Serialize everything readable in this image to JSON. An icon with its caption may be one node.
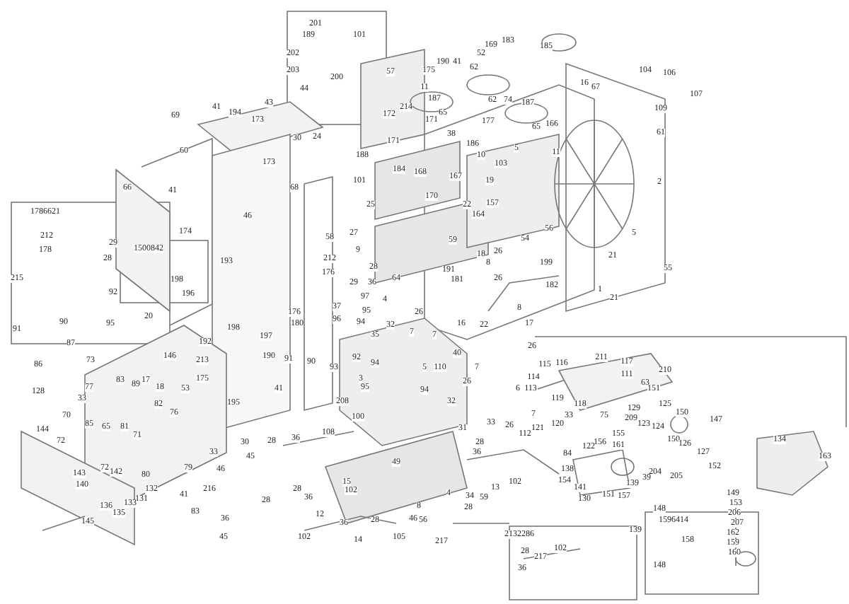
{
  "diagram": {
    "labels": [
      "201",
      "189",
      "101",
      "183",
      "169",
      "185",
      "202",
      "52",
      "190",
      "41",
      "62",
      "175",
      "203",
      "104",
      "106",
      "57",
      "200",
      "16",
      "11",
      "67",
      "44",
      "107",
      "187",
      "62",
      "74",
      "187",
      "43",
      "214",
      "41",
      "109",
      "194",
      "65",
      "172",
      "69",
      "173",
      "171",
      "177",
      "166",
      "65",
      "61",
      "38",
      "24",
      "30",
      "171",
      "186",
      "5",
      "60",
      "11",
      "10",
      "188",
      "173",
      "103",
      "184",
      "168",
      "167",
      "101",
      "19",
      "2",
      "66",
      "68",
      "41",
      "170",
      "22",
      "25",
      "157",
      "1786621",
      "46",
      "164",
      "56",
      "174",
      "27",
      "5",
      "212",
      "58",
      "54",
      "59",
      "29",
      "1500842",
      "9",
      "26",
      "178",
      "18",
      "21",
      "28",
      "193",
      "199",
      "8",
      "212",
      "28",
      "55",
      "176",
      "191",
      "181",
      "26",
      "215",
      "64",
      "198",
      "36",
      "29",
      "182",
      "1",
      "92",
      "196",
      "97",
      "21",
      "4",
      "37",
      "8",
      "176",
      "95",
      "26",
      "20",
      "90",
      "180",
      "96",
      "94",
      "95",
      "16",
      "22",
      "17",
      "32",
      "198",
      "91",
      "7",
      "7",
      "35",
      "197",
      "192",
      "87",
      "26",
      "40",
      "146",
      "190",
      "211",
      "91",
      "92",
      "213",
      "73",
      "90",
      "117",
      "115",
      "116",
      "86",
      "93",
      "110",
      "7",
      "5",
      "94",
      "210",
      "111",
      "114",
      "175",
      "3",
      "83",
      "17",
      "26",
      "89",
      "63",
      "95",
      "77",
      "18",
      "53",
      "6",
      "113",
      "151",
      "41",
      "128",
      "94",
      "119",
      "33",
      "208",
      "32",
      "195",
      "118",
      "125",
      "82",
      "129",
      "150",
      "76",
      "7",
      "70",
      "75",
      "33",
      "100",
      "209",
      "147",
      "33",
      "85",
      "120",
      "123",
      "65",
      "81",
      "124",
      "31",
      "121",
      "26",
      "144",
      "108",
      "112",
      "155",
      "71",
      "36",
      "134",
      "150",
      "72",
      "28",
      "28",
      "30",
      "156",
      "126",
      "161",
      "122",
      "33",
      "36",
      "127",
      "84",
      "163",
      "45",
      "49",
      "152",
      "79",
      "72",
      "46",
      "138",
      "142",
      "204",
      "143",
      "80",
      "205",
      "39",
      "15",
      "102",
      "154",
      "139",
      "140",
      "13",
      "41",
      "141",
      "132",
      "216",
      "28",
      "102",
      "59",
      "4",
      "149",
      "34",
      "151",
      "157",
      "36",
      "131",
      "130",
      "28",
      "133",
      "153",
      "136",
      "8",
      "28",
      "148",
      "83",
      "135",
      "206",
      "12",
      "46",
      "36",
      "56",
      "28",
      "1596414",
      "145",
      "36",
      "207",
      "162",
      "139",
      "2132286",
      "45",
      "102",
      "14",
      "105",
      "217",
      "158",
      "159",
      "102",
      "28",
      "160",
      "217",
      "148",
      "36"
    ]
  }
}
